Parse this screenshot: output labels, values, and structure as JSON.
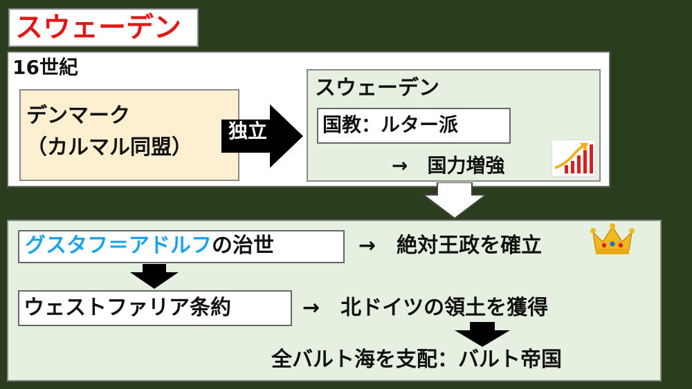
{
  "title": "スウェーデン",
  "top": {
    "century": "16世紀",
    "denmark_line1": "デンマーク",
    "denmark_line2": "（カルマル同盟）",
    "independence_label": "独立",
    "sweden_title": "スウェーデン",
    "religion": "国教：ルター派",
    "power": "→　国力増強",
    "growth_icon": "rising-bar-chart-icon"
  },
  "bottom": {
    "gustav_name": "グスタフ＝アドルフ",
    "gustav_suffix": "の治世",
    "absolutism": "→　絶対王政を確立",
    "crown_icon": "crown-icon",
    "westphalia": "ウェストファリア条約",
    "north_germany": "→　北ドイツの領土を獲得",
    "baltic": "全バルト海を支配：バルト帝国"
  },
  "colors": {
    "background": "#2a3d1c",
    "title_red": "#e01818",
    "name_blue": "#1ba3e8",
    "panel_green": "#e6f0e0",
    "denmark_beige": "#fdf0d0"
  }
}
